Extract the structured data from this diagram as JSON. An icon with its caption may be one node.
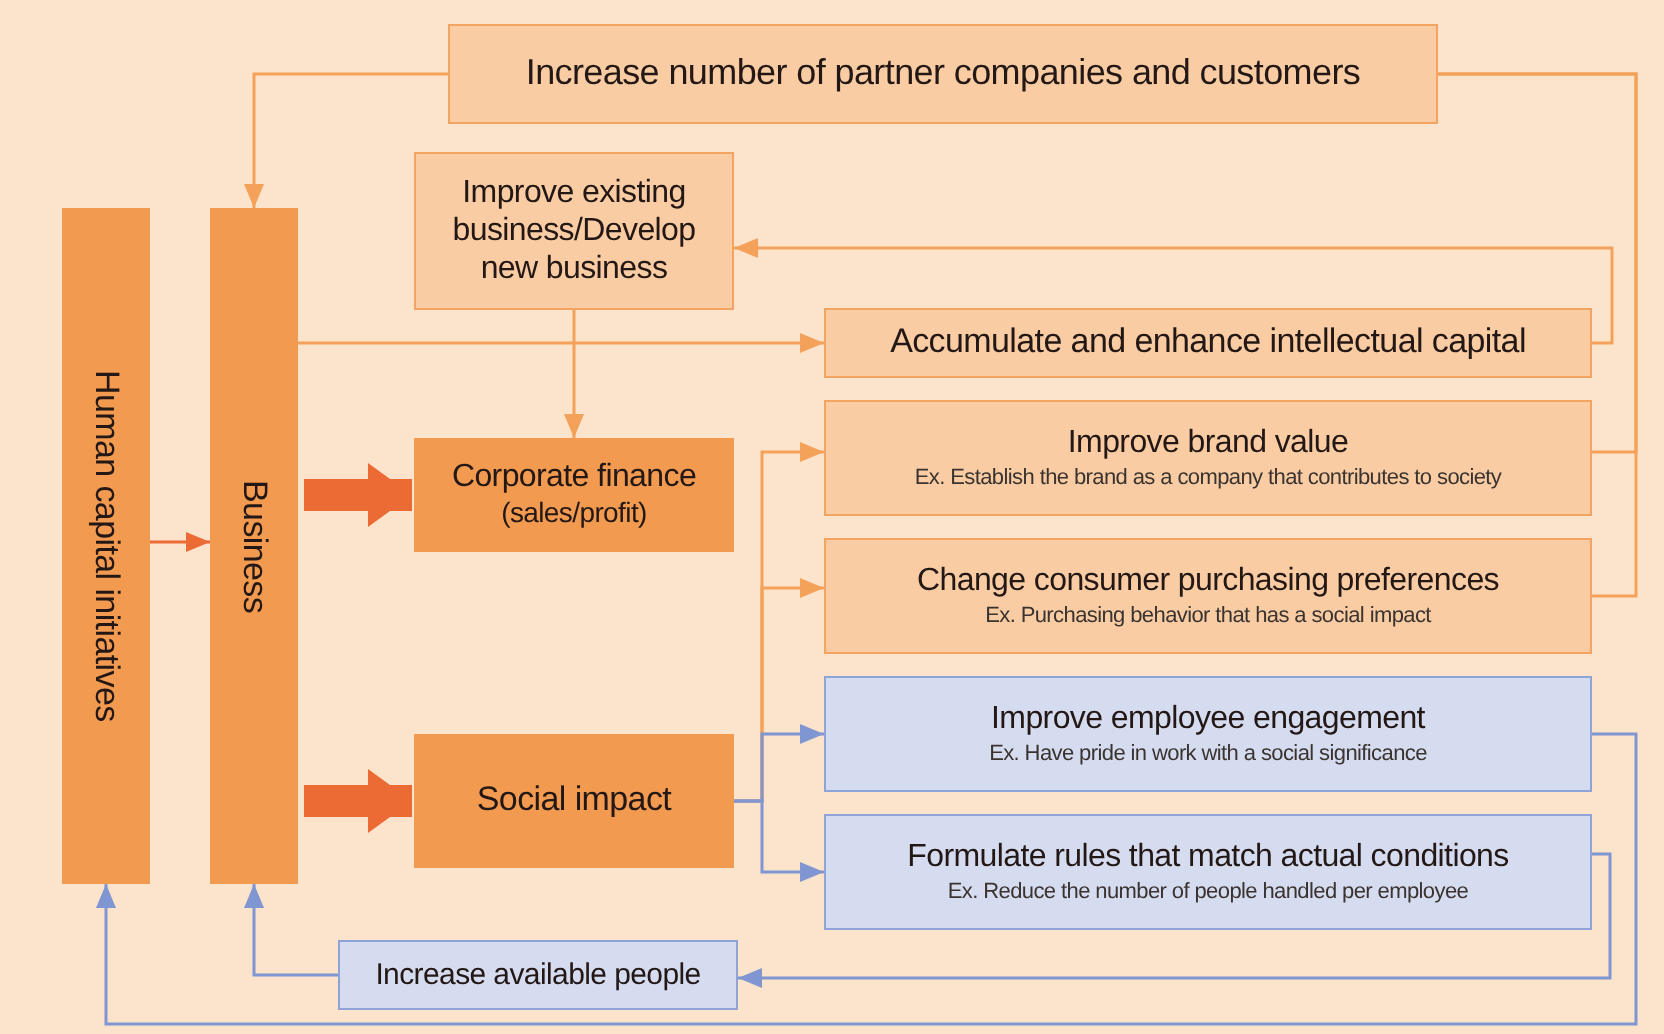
{
  "diagram": {
    "nodes": [
      {
        "text": [
          "Human capital initiatives"
        ]
      },
      {
        "text": [
          "Business"
        ]
      },
      {
        "text": [
          "Increase number of partner companies and customers"
        ]
      },
      {
        "text": [
          "Improve existing business/Develop new business"
        ]
      },
      {
        "text": [
          "Accumulate and enhance intellectual capital"
        ]
      },
      {
        "text": [
          "Corporate finance",
          "(sales/profit)"
        ]
      },
      {
        "text": [
          "Improve brand value",
          "Ex. Establish the brand as a company that contributes to society"
        ]
      },
      {
        "text": [
          "Change consumer purchasing preferences",
          "Ex. Purchasing behavior that has a social impact"
        ]
      },
      {
        "text": [
          "Social impact"
        ]
      },
      {
        "text": [
          "Improve employee engagement",
          "Ex. Have pride in work with a social significance"
        ]
      },
      {
        "text": [
          "Formulate rules that match actual conditions",
          "Ex. Reduce the number of people handled per employee"
        ]
      },
      {
        "text": [
          "Increase available people"
        ]
      }
    ],
    "edges": [
      {
        "from": 2,
        "to": 1,
        "arrow": "to"
      },
      {
        "from": 1,
        "to": 4,
        "arrow": "to"
      },
      {
        "from": 3,
        "to": 5,
        "arrow": "to"
      },
      {
        "from": 4,
        "to": 3,
        "arrow": "to"
      },
      {
        "from": 6,
        "to": 2,
        "arrow": "none"
      },
      {
        "from": 7,
        "to": 2,
        "arrow": "none"
      },
      {
        "from": 0,
        "to": 1,
        "arrow": "to",
        "color": "#ec6b35"
      },
      {
        "from": 1,
        "to": 5,
        "arrow": "to",
        "style": "thick",
        "color": "#ec6b35"
      },
      {
        "from": 1,
        "to": 8,
        "arrow": "to",
        "style": "thick",
        "color": "#ec6b35"
      },
      {
        "from": 8,
        "to": 6,
        "arrow": "to"
      },
      {
        "from": 8,
        "to": 7,
        "arrow": "to"
      },
      {
        "from": 8,
        "to": 9,
        "arrow": "to",
        "color": "#7f96d2"
      },
      {
        "from": 8,
        "to": 10,
        "arrow": "to",
        "color": "#7f96d2"
      },
      {
        "from": 9,
        "to": 0,
        "arrow": "to",
        "color": "#7f96d2"
      },
      {
        "from": 10,
        "to": 11,
        "arrow": "to",
        "color": "#7f96d2"
      },
      {
        "from": 11,
        "to": 1,
        "arrow": "to",
        "color": "#7f96d2"
      }
    ]
  }
}
